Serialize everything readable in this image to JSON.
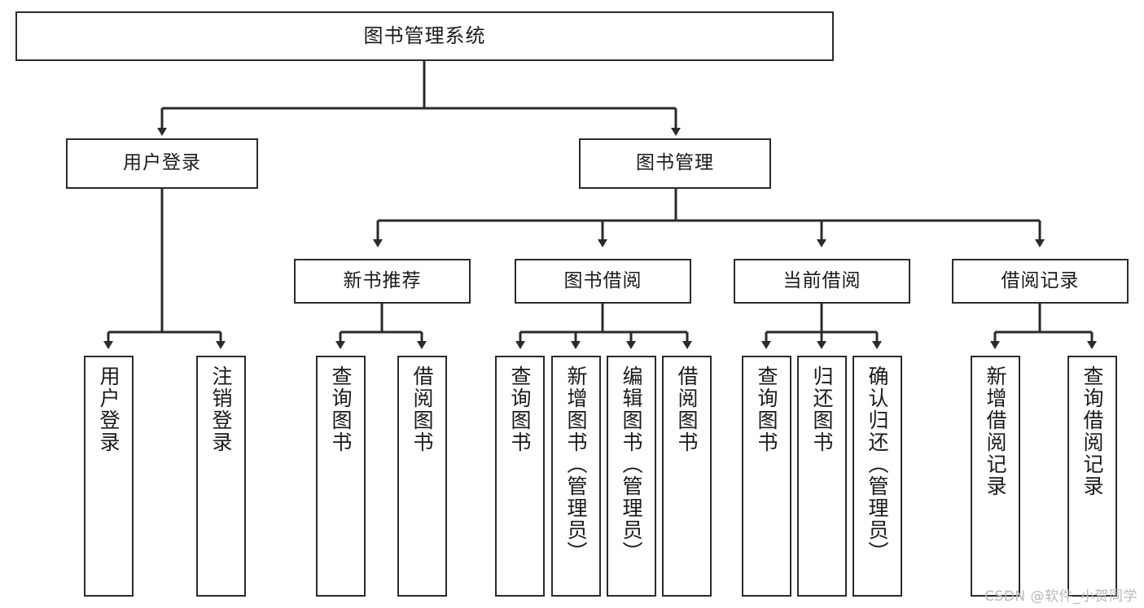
{
  "diagram": {
    "title": "图书管理系统",
    "watermark": "CSDN @软件_小贺同学",
    "line_color": "#2b2b2b",
    "box_fill": "#ffffff",
    "text_color": "#1a1a1a",
    "nodes": {
      "root": "图书管理系统",
      "l2": {
        "user_login": "用户登录",
        "book_manage": "图书管理"
      },
      "l3": {
        "new_book_rec": "新书推荐",
        "book_borrow": "图书借阅",
        "current_borrow": "当前借阅",
        "borrow_record": "借阅记录"
      },
      "leaves": {
        "user_login_leaf": "用户登录",
        "logout_leaf": "注销登录",
        "rec_query_book": "查询图书",
        "rec_borrow_book": "借阅图书",
        "borrow_query_book": "查询图书",
        "borrow_add_book": "新增图书（管理员）",
        "borrow_edit_book": "编辑图书（管理员）",
        "borrow_borrow_book": "借阅图书",
        "current_query_book": "查询图书",
        "current_return_book": "归还图书",
        "current_confirm_return": "确认归还（管理员）",
        "record_add": "新增借阅记录",
        "record_query": "查询借阅记录"
      }
    }
  },
  "chart_data": {
    "type": "diagram",
    "subtype": "tree-hierarchy",
    "title": "图书管理系统",
    "orientation": "top-down",
    "levels": 4,
    "tree": {
      "label": "图书管理系统",
      "children": [
        {
          "label": "用户登录",
          "children": [
            {
              "label": "用户登录",
              "children": []
            },
            {
              "label": "注销登录",
              "children": []
            }
          ]
        },
        {
          "label": "图书管理",
          "children": [
            {
              "label": "新书推荐",
              "children": [
                {
                  "label": "查询图书",
                  "children": []
                },
                {
                  "label": "借阅图书",
                  "children": []
                }
              ]
            },
            {
              "label": "图书借阅",
              "children": [
                {
                  "label": "查询图书",
                  "children": []
                },
                {
                  "label": "新增图书（管理员）",
                  "children": []
                },
                {
                  "label": "编辑图书（管理员）",
                  "children": []
                },
                {
                  "label": "借阅图书",
                  "children": []
                }
              ]
            },
            {
              "label": "当前借阅",
              "children": [
                {
                  "label": "查询图书",
                  "children": []
                },
                {
                  "label": "归还图书",
                  "children": []
                },
                {
                  "label": "确认归还（管理员）",
                  "children": []
                }
              ]
            },
            {
              "label": "借阅记录",
              "children": [
                {
                  "label": "新增借阅记录",
                  "children": []
                },
                {
                  "label": "查询借阅记录",
                  "children": []
                }
              ]
            }
          ]
        }
      ]
    }
  }
}
